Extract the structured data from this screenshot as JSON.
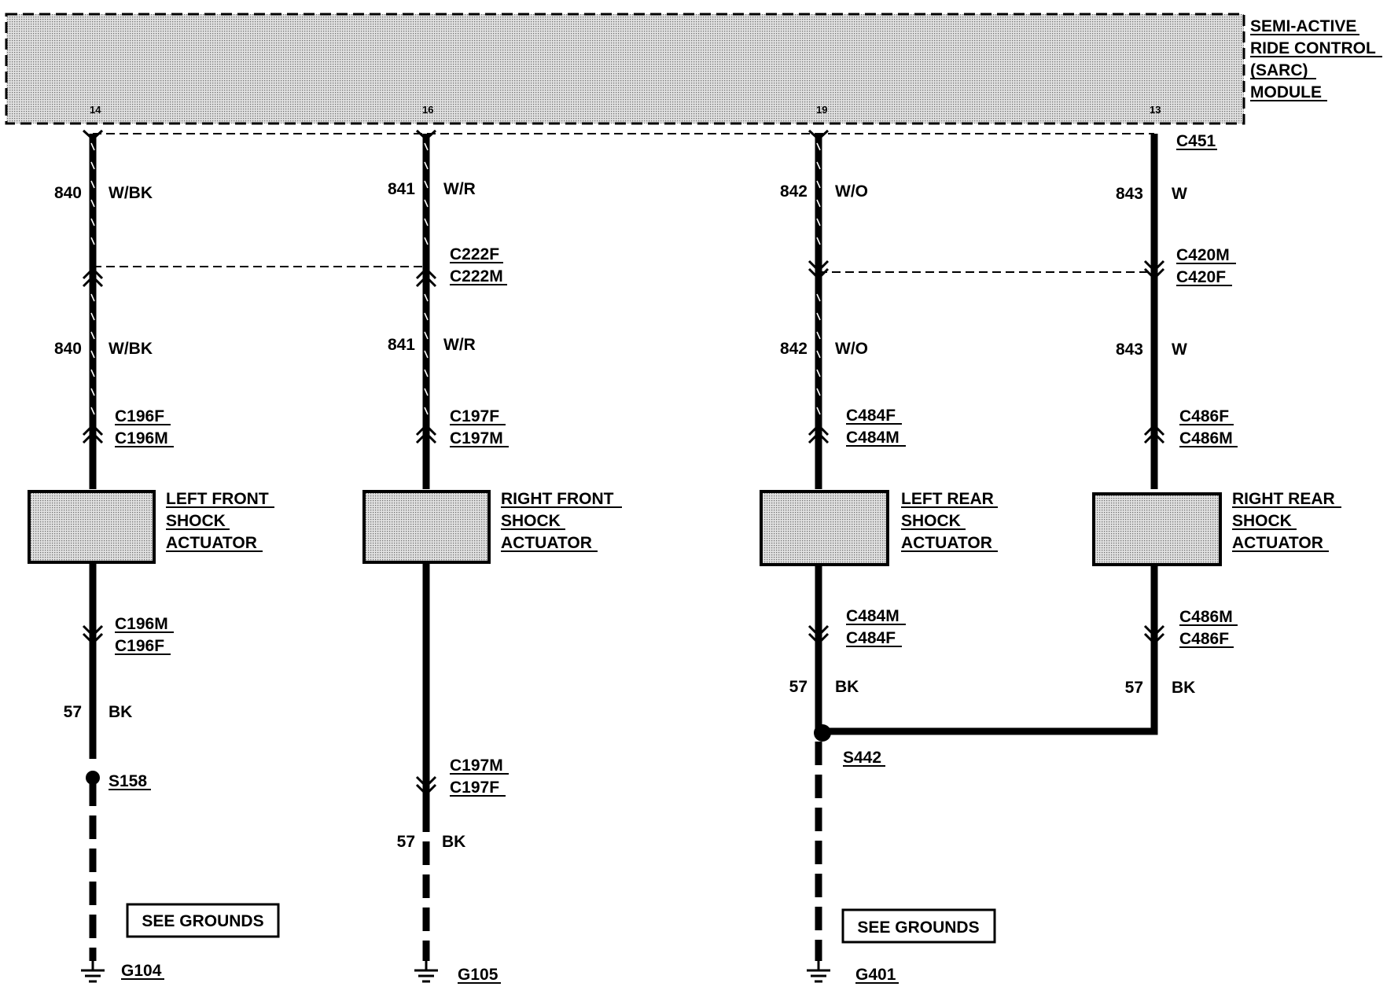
{
  "module": {
    "name_lines": [
      "SEMI-ACTIVE",
      "RIDE CONTROL",
      "(SARC)",
      "MODULE"
    ],
    "pins": [
      "14",
      "16",
      "19",
      "13"
    ]
  },
  "connector_c451": "C451",
  "circuits": [
    {
      "upper_num": "840",
      "upper_color": "W/BK",
      "lower_num": "840",
      "lower_color": "W/BK"
    },
    {
      "upper_num": "841",
      "upper_color": "W/R",
      "lower_num": "841",
      "lower_color": "W/R"
    },
    {
      "upper_num": "842",
      "upper_color": "W/O",
      "lower_num": "842",
      "lower_color": "W/O"
    },
    {
      "upper_num": "843",
      "upper_color": "W",
      "lower_num": "843",
      "lower_color": "W"
    }
  ],
  "inline_connectors": {
    "front": [
      "C222F",
      "C222M"
    ],
    "rear": [
      "C420M",
      "C420F"
    ]
  },
  "actuator_top_connectors": [
    [
      "C196F",
      "C196M"
    ],
    [
      "C197F",
      "C197M"
    ],
    [
      "C484F",
      "C484M"
    ],
    [
      "C486F",
      "C486M"
    ]
  ],
  "actuators": [
    [
      "LEFT FRONT",
      "SHOCK",
      "ACTUATOR"
    ],
    [
      "RIGHT FRONT",
      "SHOCK",
      "ACTUATOR"
    ],
    [
      "LEFT REAR",
      "SHOCK",
      "ACTUATOR"
    ],
    [
      "RIGHT REAR",
      "SHOCK",
      "ACTUATOR"
    ]
  ],
  "actuator_bottom_connectors": [
    [
      "C196M",
      "C196F"
    ],
    [
      "C197M",
      "C197F"
    ],
    [
      "C484M",
      "C484F"
    ],
    [
      "C486M",
      "C486F"
    ]
  ],
  "ground_circuits": [
    {
      "num": "57",
      "color": "BK"
    },
    {
      "num": "57",
      "color": "BK"
    },
    {
      "num": "57",
      "color": "BK"
    },
    {
      "num": "57",
      "color": "BK"
    }
  ],
  "splices": [
    "S158",
    "S442"
  ],
  "see_grounds": [
    "SEE GROUNDS",
    "SEE GROUNDS"
  ],
  "grounds": [
    "G104",
    "G105",
    "G401"
  ]
}
